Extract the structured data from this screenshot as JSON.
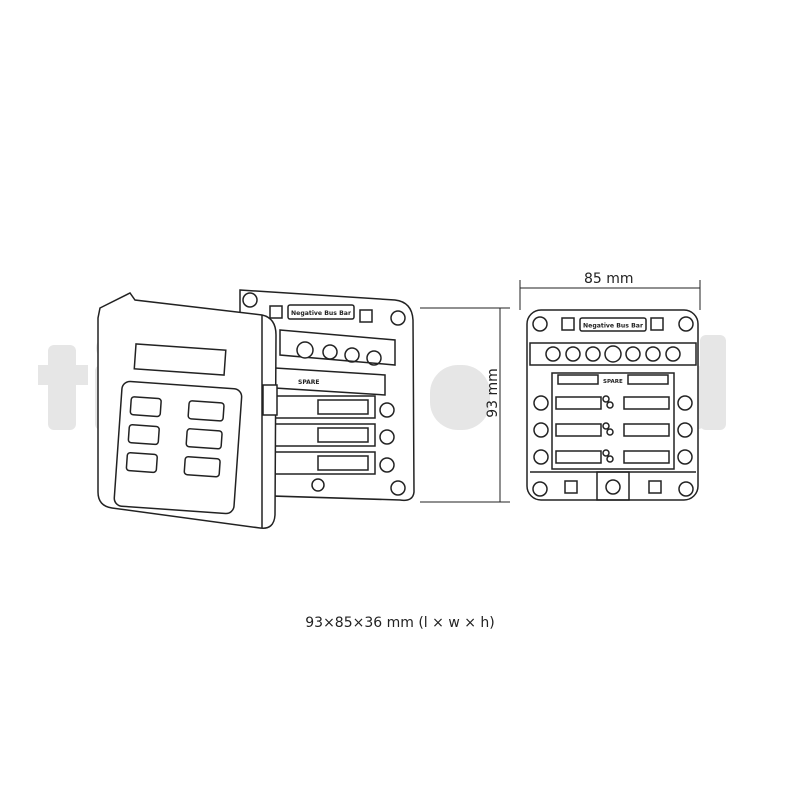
{
  "watermark": "tigerexpd",
  "labels": {
    "bus_bar": "Negative Bus Bar",
    "spare": "SPARE"
  },
  "dimensions": {
    "width": "85 mm",
    "height": "93 mm",
    "caption": "93×85×36 mm (l × w × h)"
  },
  "colors": {
    "line": "#222222",
    "watermark": "#e4e4e4"
  }
}
